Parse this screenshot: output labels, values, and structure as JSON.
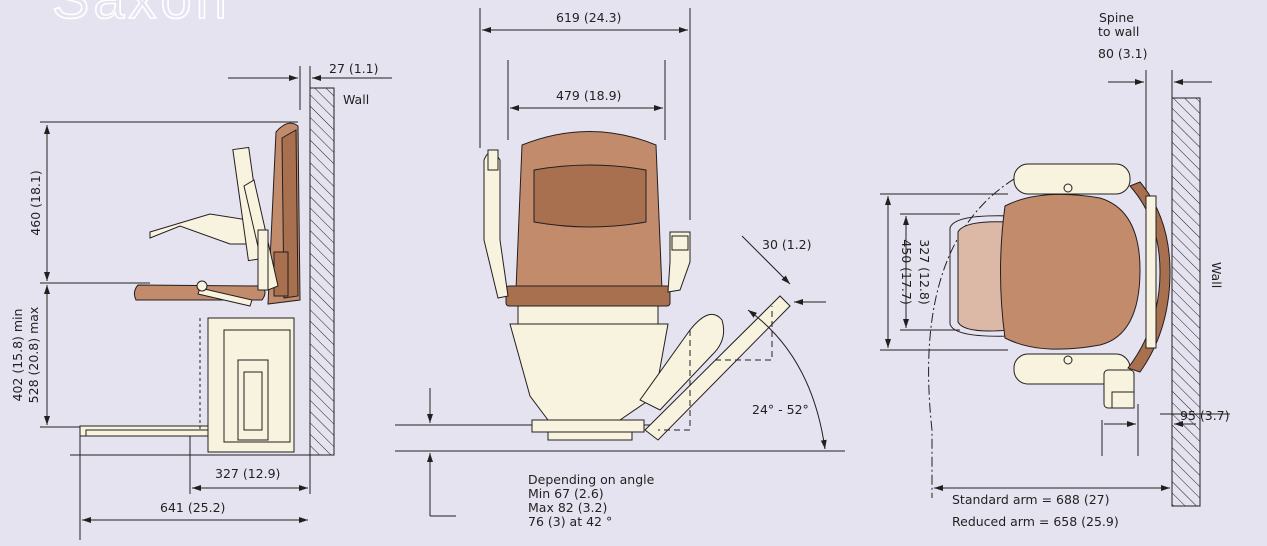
{
  "brand": {
    "logo_text": "Saxon",
    "logo_color": "#ffffff"
  },
  "colors": {
    "background": "#e6e3f0",
    "upholstery": "#c28c6c",
    "frame": "#f8f3de",
    "line": "#231f20"
  },
  "side_view": {
    "gap_to_wall": "27 (1.1)",
    "wall_label": "Wall",
    "back_height": "460 (18.1)",
    "seat_height": "402 (15.8) min",
    "seat_height_max": "528 (20.8) max",
    "seat_to_wall": "327 (12.9)",
    "overall_depth": "641 (25.2)"
  },
  "front_view": {
    "overall_width": "619 (24.3)",
    "seat_width": "479 (18.9)",
    "rail_offset": "30 (1.2)",
    "angle_range": "24° - 52°",
    "angle_note": "Depending on angle",
    "min_note": "Min 67 (2.6)",
    "max_note": "Max 82 (3.2)",
    "at_angle_note": "76 (3) at 42 °"
  },
  "top_view": {
    "spine_label_1": "Spine",
    "spine_label_2": "to wall",
    "spine_value": "80 (3.1)",
    "wall_label": "Wall",
    "seat_depth_inner": "327 (12.8)",
    "seat_depth_outer": "450 (17.7)",
    "footrest_gap": "95 (3.7)",
    "standard_arm": "Standard arm = 688 (27)",
    "reduced_arm": "Reduced arm = 658 (25.9)"
  }
}
